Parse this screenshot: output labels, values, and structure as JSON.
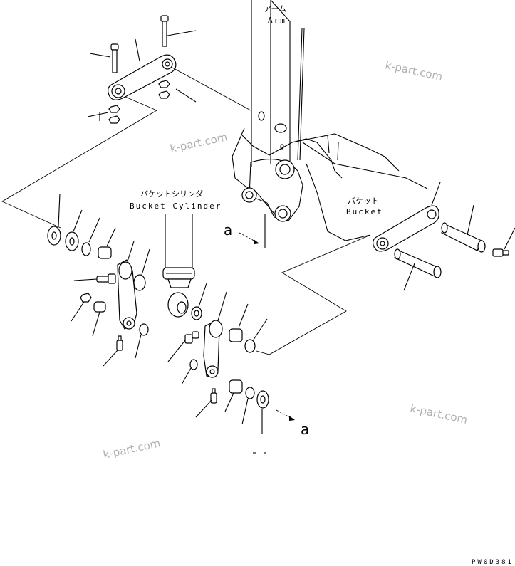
{
  "labels": {
    "arm_jp": "アーム",
    "arm_en": "Arm",
    "bucket_cylinder_jp": "バケットシリンダ",
    "bucket_cylinder_en": "Bucket Cylinder",
    "bucket_jp": "バケット",
    "bucket_en": "Bucket",
    "ref_a_left": "a",
    "ref_a_right": "a"
  },
  "watermark": {
    "text": "k-part.com",
    "color": "#b0b0b0"
  },
  "drawing_code": "PW0D381"
}
